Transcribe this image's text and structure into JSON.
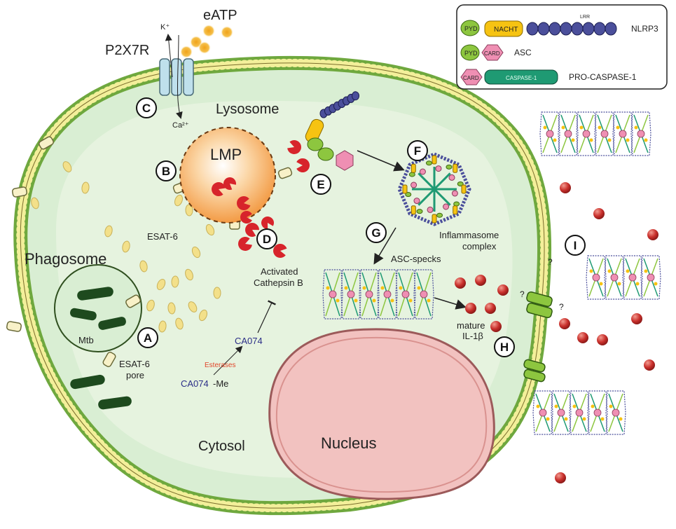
{
  "labels": {
    "eatp": "eATP",
    "k_ion": "K⁺",
    "p2x7r": "P2X7R",
    "ca_ion": "Ca²⁺",
    "lysosome": "Lysosome",
    "lmp": "LMP",
    "phagosome": "Phagosome",
    "mtb": "Mtb",
    "esat6": "ESAT-6",
    "esat6_pore_1": "ESAT-6",
    "esat6_pore_2": "pore",
    "activated_1": "Activated",
    "activated_2": "Cathepsin B",
    "ca074": "CA074",
    "esterases": "Esterases",
    "ca074_me_1": "CA074",
    "ca074_me_2": "-Me",
    "inflammasome_1": "Inflammasome",
    "inflammasome_2": "complex",
    "asc_specks": "ASC-specks",
    "mature_1": "mature",
    "mature_2": "IL-1β",
    "cytosol": "Cytosol",
    "nucleus": "Nucleus",
    "q1": "?",
    "q2": "?",
    "q3": "?"
  },
  "steps": [
    "A",
    "B",
    "C",
    "D",
    "E",
    "F",
    "G",
    "H",
    "I"
  ],
  "legend": {
    "nlrp3": {
      "pyd": "PYD",
      "nacht": "NACHT",
      "lrr": "LRR",
      "name": "NLRP3"
    },
    "asc": {
      "pyd": "PYD",
      "card": "CARD",
      "name": "ASC"
    },
    "procasp": {
      "card": "CARD",
      "caspase": "CASPASE-1",
      "name": "PRO-CASPASE-1"
    }
  },
  "colors": {
    "cytosol": "#d9eed3",
    "membrane": "#6fa83e",
    "lipid_head": "#f3ef9a",
    "nucleus": "#f2c2c0",
    "lysosome": "#f6b06a",
    "pyd": "#8dc63f",
    "nacht": "#f6c312",
    "lrr": "#4b4f9b",
    "card": "#ef8fb3",
    "caspase": "#1f9a73",
    "il1b": "#c9302c",
    "esat6": "#f3e08a",
    "mtb": "#1e4a1e",
    "cathepsin": "#d7242b",
    "ca074_text": "#2a2d87",
    "esterases_text": "#e1452a"
  }
}
